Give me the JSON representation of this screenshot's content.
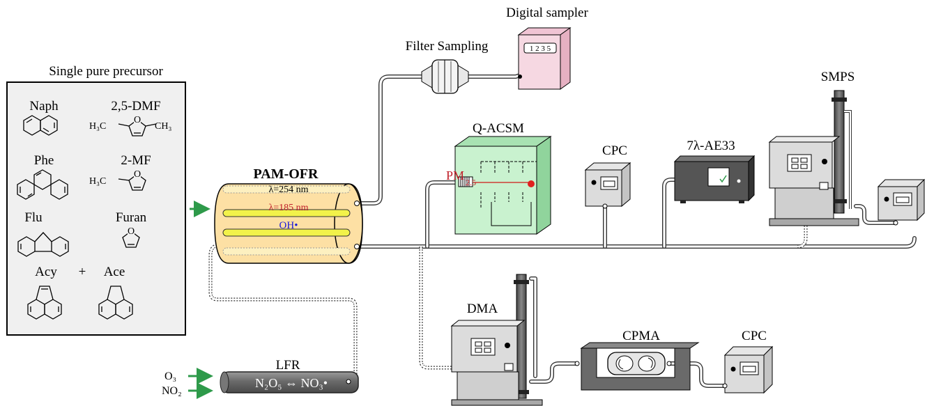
{
  "precursor_panel": {
    "title": "Single pure precursor",
    "naph": "Naph",
    "dmf": "2,5-DMF",
    "phe": "Phe",
    "mf": "2-MF",
    "flu": "Flu",
    "furan": "Furan",
    "acy": "Acy",
    "plus": "+",
    "ace": "Ace",
    "ch3_left": "H₃C",
    "ch3_right": "CH₃",
    "ch3_mf": "H₃C",
    "oxygen": "O"
  },
  "reactor": {
    "title": "PAM-OFR",
    "lamp_254": "λ=254 nm",
    "lamp_185": "λ=185 nm",
    "oh": "OH•"
  },
  "lfr": {
    "title": "LFR",
    "content": "N₂O₅ ⇔ NO₃•",
    "input_o3": "O₃",
    "input_no2": "NO₂"
  },
  "instruments": {
    "filter": "Filter Sampling",
    "digital_sampler": "Digital sampler",
    "sampler_display": "1 2 3 5",
    "acsm": "Q-ACSM",
    "pm": "PM",
    "pm_sub": "2.5",
    "cpc_top": "CPC",
    "ae33": "7λ-AE33",
    "smps": "SMPS",
    "dma": "DMA",
    "cpma": "CPMA",
    "cpc_bottom": "CPC"
  },
  "colors": {
    "reactor_fill": "#fde0a4",
    "lamp_yellow": "#f2f24a",
    "acsm_fill": "#c9f2cf",
    "sampler_fill": "#f6d8e2",
    "panel_fill": "#f0f0f0",
    "arrow_green": "#2e9a4a",
    "instrument_gray": "#d8d8d8",
    "dark_gray": "#555555",
    "oh_blue": "#1a1ad8",
    "lamp_red": "#c0202a"
  }
}
